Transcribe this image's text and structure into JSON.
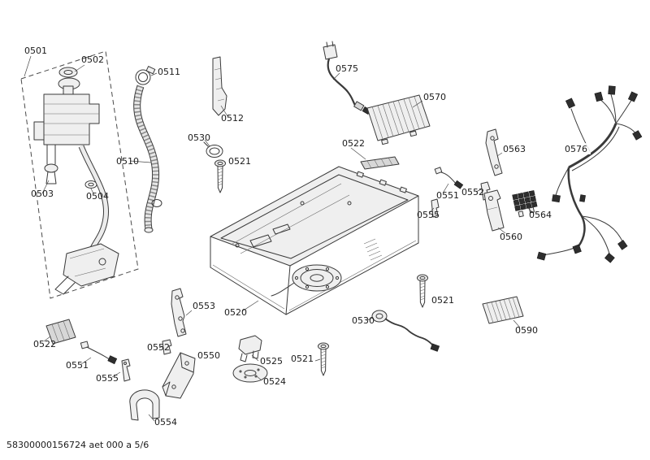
{
  "style": {
    "ink": "#2e2e2e",
    "background": "#ffffff"
  },
  "footer": {
    "doc_code": "58300000156724 aet 000 a 5/6"
  },
  "labels": [
    {
      "text": "0501"
    },
    {
      "text": "0502"
    },
    {
      "text": "0511"
    },
    {
      "text": "0512"
    },
    {
      "text": "0575"
    },
    {
      "text": "0570"
    },
    {
      "text": "0530"
    },
    {
      "text": "0522"
    },
    {
      "text": "0563"
    },
    {
      "text": "0576"
    },
    {
      "text": "0510"
    },
    {
      "text": "0521"
    },
    {
      "text": "0503"
    },
    {
      "text": "0504"
    },
    {
      "text": "0551"
    },
    {
      "text": "0552"
    },
    {
      "text": "0555"
    },
    {
      "text": "0564"
    },
    {
      "text": "0560"
    },
    {
      "text": "0553"
    },
    {
      "text": "0520"
    },
    {
      "text": "0521"
    },
    {
      "text": "0590"
    },
    {
      "text": "0522"
    },
    {
      "text": "0530"
    },
    {
      "text": "0552"
    },
    {
      "text": "0550"
    },
    {
      "text": "0525"
    },
    {
      "text": "0521"
    },
    {
      "text": "0551"
    },
    {
      "text": "0524"
    },
    {
      "text": "0555"
    },
    {
      "text": "0554"
    }
  ]
}
